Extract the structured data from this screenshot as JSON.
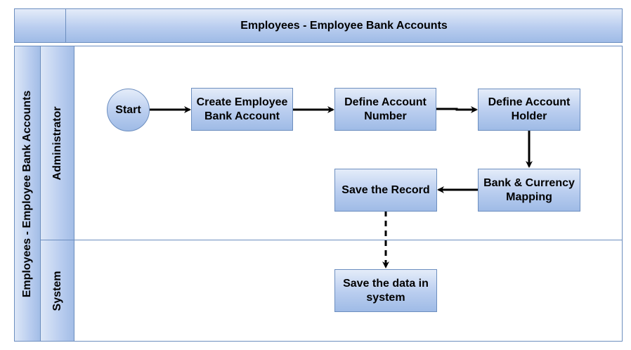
{
  "header": {
    "title": "Employees - Employee Bank Accounts"
  },
  "pool": {
    "label": "Employees - Employee Bank Accounts"
  },
  "lanes": [
    {
      "label": "Administrator"
    },
    {
      "label": "System"
    }
  ],
  "nodes": {
    "start": "Start",
    "create_account": "Create Employee\nBank Account",
    "define_number": "Define Account\nNumber",
    "define_holder": "Define Account\nHolder",
    "bank_currency": "Bank & Currency\nMapping",
    "save_record": "Save the Record",
    "save_data": "Save the data in\nsystem"
  },
  "colors": {
    "fill_light": "#dae8fc",
    "fill_dark": "#9fbbe6",
    "stroke": "#6c8ebf",
    "arrow": "#000000"
  }
}
